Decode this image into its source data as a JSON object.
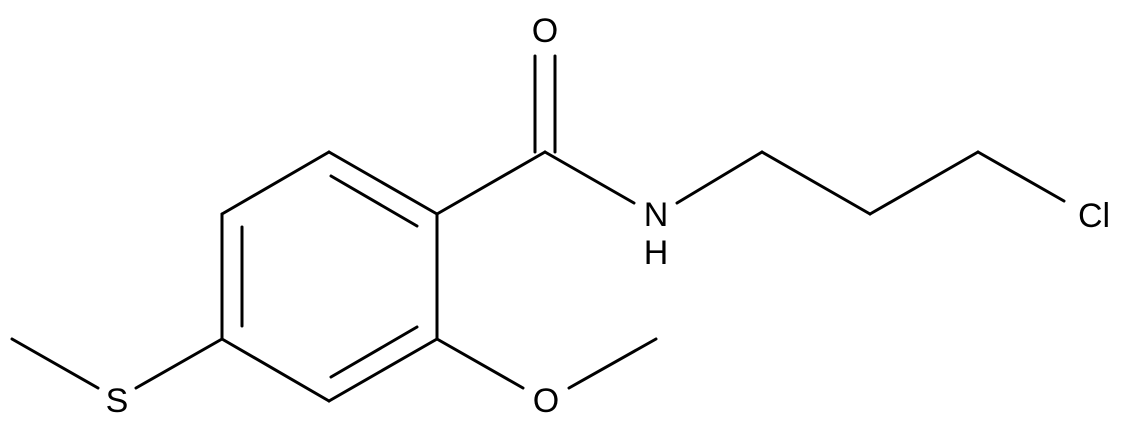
{
  "molecule": {
    "atom_labels": {
      "carbonyl_oxygen": "O",
      "amide_nitrogen": "N",
      "amide_hydrogen": "H",
      "chlorine": "Cl",
      "methoxy_oxygen": "O",
      "sulfur": "S"
    },
    "colors": {
      "bond": "#000000",
      "label": "#000000",
      "background": "#ffffff"
    }
  }
}
